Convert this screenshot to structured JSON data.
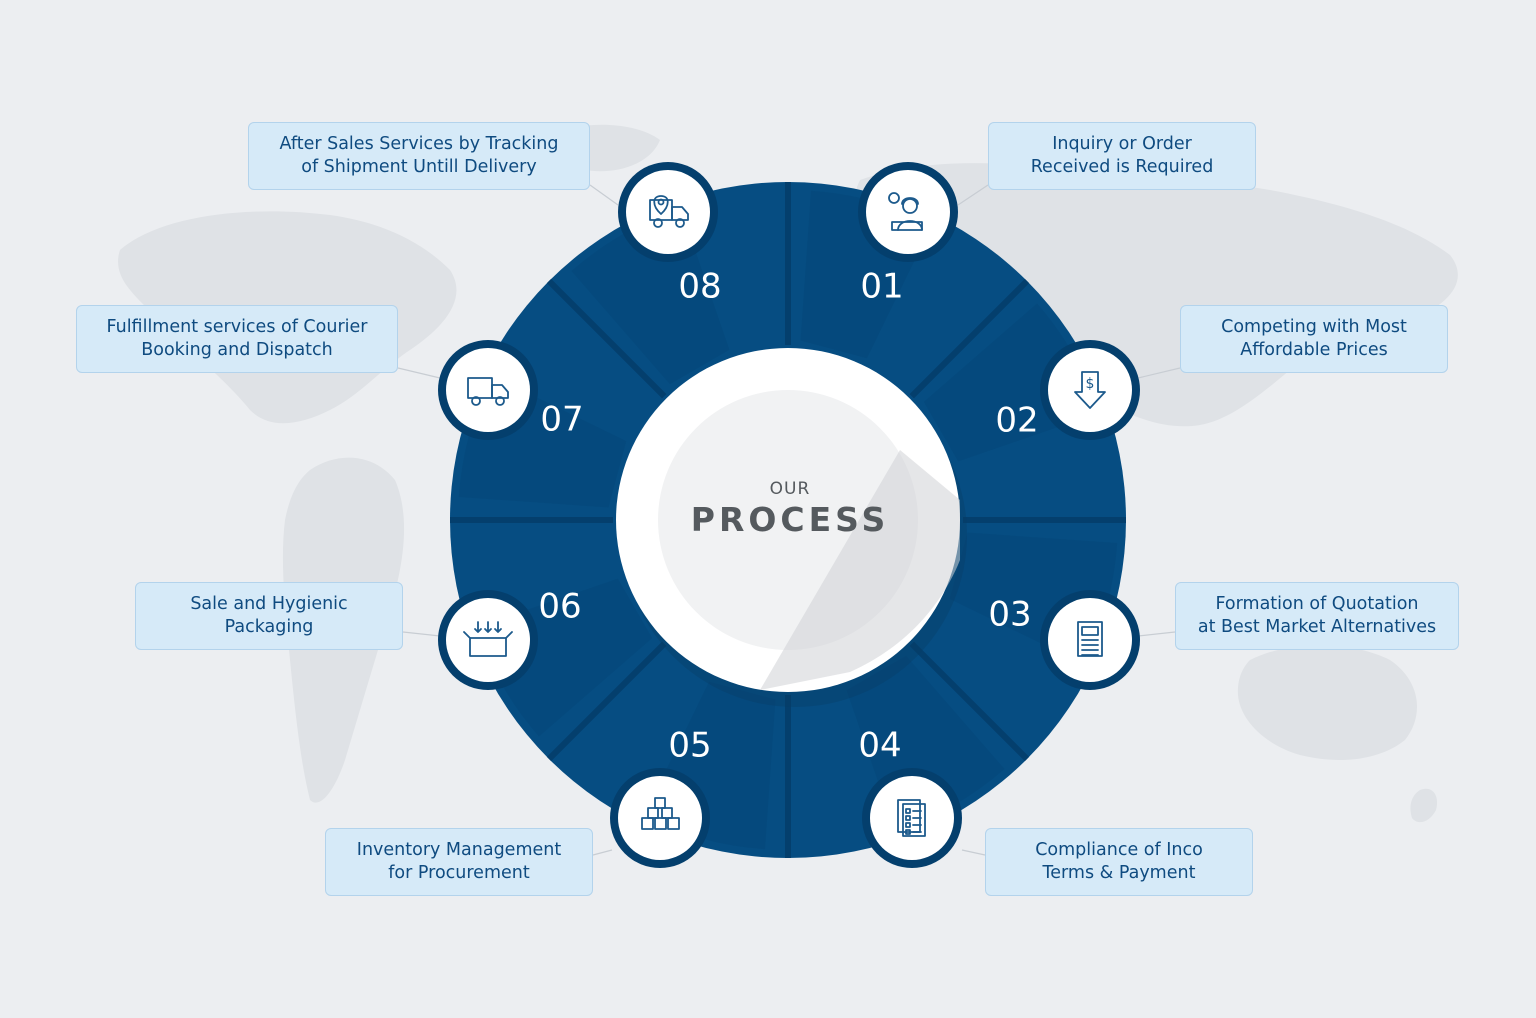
{
  "center": {
    "line1": "OUR",
    "line2": "PROCESS"
  },
  "colors": {
    "ring": "#064d82",
    "ring_shade": "#043f6d",
    "label_bg": "#d6eaf8",
    "label_text": "#0f4b80",
    "map": "#dfe2e6",
    "background": "#eceef1"
  },
  "steps": [
    {
      "num": "01",
      "lines": [
        "Inquiry or Order",
        "Received is Required"
      ],
      "icon": "customer-support-icon"
    },
    {
      "num": "02",
      "lines": [
        "Competing with Most",
        "Affordable Prices"
      ],
      "icon": "price-down-icon"
    },
    {
      "num": "03",
      "lines": [
        "Formation of Quotation",
        "at Best Market Alternatives"
      ],
      "icon": "quotation-document-icon"
    },
    {
      "num": "04",
      "lines": [
        "Compliance of Inco",
        "Terms & Payment"
      ],
      "icon": "checklist-icon"
    },
    {
      "num": "05",
      "lines": [
        "Inventory Management",
        "for Procurement"
      ],
      "icon": "stacked-boxes-icon"
    },
    {
      "num": "06",
      "lines": [
        "Sale and Hygienic",
        "Packaging"
      ],
      "icon": "packaging-box-icon"
    },
    {
      "num": "07",
      "lines": [
        "Fulfillment services of Courier",
        "Booking and Dispatch"
      ],
      "icon": "delivery-truck-icon"
    },
    {
      "num": "08",
      "lines": [
        "After Sales Services by Tracking",
        "of Shipment Untill Delivery"
      ],
      "icon": "truck-location-icon"
    }
  ]
}
